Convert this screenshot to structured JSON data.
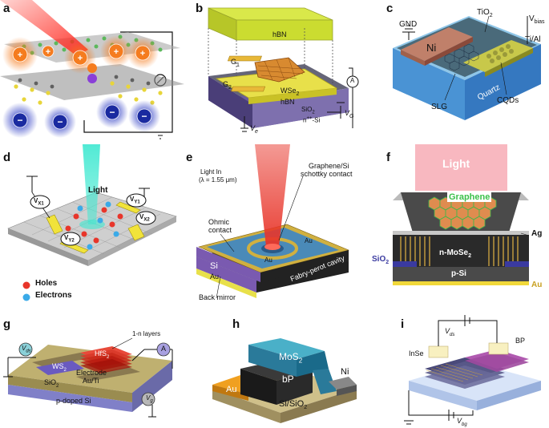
{
  "panels": [
    {
      "letter": "a"
    },
    {
      "letter": "b",
      "labels": {
        "hbn_top": "hBN",
        "g1": "G",
        "g1_sub": "1",
        "g2": "G",
        "g2_sub": "2",
        "wse2": "WSe",
        "wse2_sub": "2",
        "hbn_bottom": "hBN",
        "sio2": "SiO",
        "sio2_sub": "2",
        "si": "n",
        "si_sup": "++",
        "si_rest": "-Si",
        "ammeter": "A",
        "vg": "V",
        "vg_sub": "G",
        "ve": "V",
        "ve_sub": "e"
      }
    },
    {
      "letter": "c",
      "labels": {
        "gnd": "GND",
        "ni": "Ni",
        "tio2": "TiO",
        "tio2_sub": "2",
        "vbias": "V",
        "vbias_sub": "bias",
        "tial": "Ti/Al",
        "slg": "SLG",
        "quartz": "Quartz",
        "cqds": "CQDs"
      }
    },
    {
      "letter": "d",
      "labels": {
        "light": "Light",
        "vx1": "V",
        "vx1_sub": "X1",
        "vy1": "V",
        "vy1_sub": "Y1",
        "vx2": "V",
        "vx2_sub": "X2",
        "vy2": "V",
        "vy2_sub": "Y2",
        "holes": "Holes",
        "electrons": "Electrons"
      }
    },
    {
      "letter": "e",
      "labels": {
        "light_in": "Light In",
        "wavelength": "(λ = 1.55 μm)",
        "schottky1": "Graphene/Si",
        "schottky2": "schottky contact",
        "ohmic1": "Ohmic",
        "ohmic2": "contact",
        "au1": "Au",
        "au2": "Au",
        "si": "Si",
        "au_bottom": "Au",
        "fp": "Fabry-perot cavity",
        "mirror": "Back mirror"
      }
    },
    {
      "letter": "f",
      "labels": {
        "light": "Light",
        "graphene": "Graphene",
        "ag": "Ag",
        "sio2": "SiO",
        "sio2_sub": "2",
        "nmose2": "n-MoSe",
        "nmose2_sub": "2",
        "psi": "p-Si",
        "au": "Au"
      }
    },
    {
      "letter": "g",
      "labels": {
        "vds": "V",
        "vds_sub": "ds",
        "layers": "1-n layers",
        "hfs2": "HfS",
        "hfs2_sub": "2",
        "a": "A",
        "ws2": "WS",
        "ws2_sub": "2",
        "electrode": "Electrode",
        "auti": "Au/Ti",
        "sio2": "SiO",
        "sio2_sub": "2",
        "si": "p-doped Si",
        "vg": "V",
        "vg_sub": "g"
      }
    },
    {
      "letter": "h",
      "labels": {
        "mos2": "MoS",
        "mos2_sub": "2",
        "bp": "bP",
        "ni": "Ni",
        "au": "Au",
        "sub": "Si/SiO",
        "sub_sub": "2"
      }
    },
    {
      "letter": "i",
      "labels": {
        "vds": "V",
        "vds_sub": "ds",
        "bp": "BP",
        "inse": "InSe",
        "vbg": "V",
        "vbg_sub": "bg"
      }
    }
  ],
  "colors": {
    "gold": "#e8c53a",
    "yellow": "#f1e33a",
    "quartz": "#4a8fd4",
    "purple": "#5a4a8a",
    "si_gray": "#555555",
    "red_beam": "#e83a2a",
    "cyan_beam": "#3ee8d0"
  }
}
